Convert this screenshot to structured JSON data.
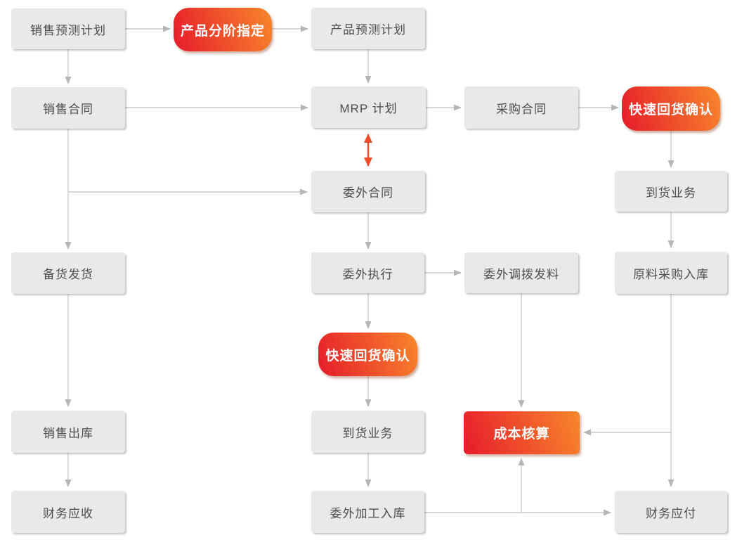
{
  "diagram": {
    "background": "#ffffff",
    "colors": {
      "process_box_bg": "#e9e9ea",
      "process_box_text": "#4d4d4f",
      "highlight_gradient_start": "#e7202b",
      "highlight_gradient_end": "#f8872b",
      "highlight_text": "#ffffff",
      "connector_line": "#c9cacb",
      "connector_arrowhead": "#b4b6b8",
      "highlight_double_arrow": "#f04b28"
    },
    "nodes": [
      {
        "id": "sales-forecast-plan",
        "label": "销售预测计划",
        "type": "process"
      },
      {
        "id": "product-phase-assignment",
        "label": "产品分阶指定",
        "type": "highlight-pill"
      },
      {
        "id": "product-forecast-plan",
        "label": "产品预测计划",
        "type": "process"
      },
      {
        "id": "sales-contract",
        "label": "销售合同",
        "type": "process"
      },
      {
        "id": "mrp-plan",
        "label": "MRP 计划",
        "type": "process"
      },
      {
        "id": "purchase-contract",
        "label": "采购合同",
        "type": "process"
      },
      {
        "id": "quick-receipt-confirm-purchase",
        "label": "快速回货确认",
        "type": "highlight-pill"
      },
      {
        "id": "outsourcing-contract",
        "label": "委外合同",
        "type": "process"
      },
      {
        "id": "arrival-business-purchase",
        "label": "到货业务",
        "type": "process"
      },
      {
        "id": "stock-and-ship",
        "label": "备货发货",
        "type": "process"
      },
      {
        "id": "outsourcing-execution",
        "label": "委外执行",
        "type": "process"
      },
      {
        "id": "outsourcing-transfer-issue",
        "label": "委外调拨发料",
        "type": "process"
      },
      {
        "id": "raw-material-purchase-inbound",
        "label": "原料采购入库",
        "type": "process"
      },
      {
        "id": "quick-receipt-confirm-outsourcing",
        "label": "快速回货确认",
        "type": "highlight-pill"
      },
      {
        "id": "sales-outbound",
        "label": "销售出库",
        "type": "process"
      },
      {
        "id": "arrival-business-outsourcing",
        "label": "到货业务",
        "type": "process"
      },
      {
        "id": "cost-accounting",
        "label": "成本核算",
        "type": "highlight-box"
      },
      {
        "id": "finance-receivable",
        "label": "财务应收",
        "type": "process"
      },
      {
        "id": "outsourced-processing-inbound",
        "label": "委外加工入库",
        "type": "process"
      },
      {
        "id": "finance-payable",
        "label": "财务应付",
        "type": "process"
      }
    ]
  }
}
